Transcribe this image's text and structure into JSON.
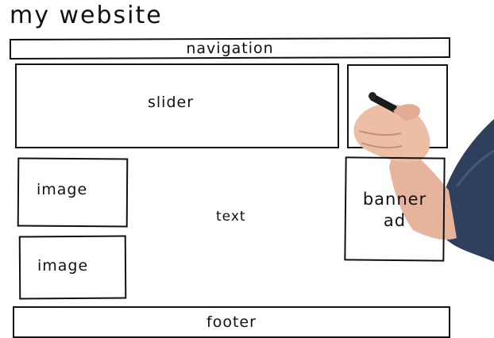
{
  "page": {
    "title": "my website"
  },
  "wireframe": {
    "navigation": "navigation",
    "slider": "slider",
    "image_1": "image",
    "image_2": "image",
    "text": "text",
    "banner_ad": "banner\nad",
    "footer": "footer"
  },
  "colors": {
    "ink": "#111111",
    "background": "#ffffff",
    "skin": "#e9b79f",
    "sleeve": "#2f3f5e",
    "pen": "#1a1a1a"
  }
}
